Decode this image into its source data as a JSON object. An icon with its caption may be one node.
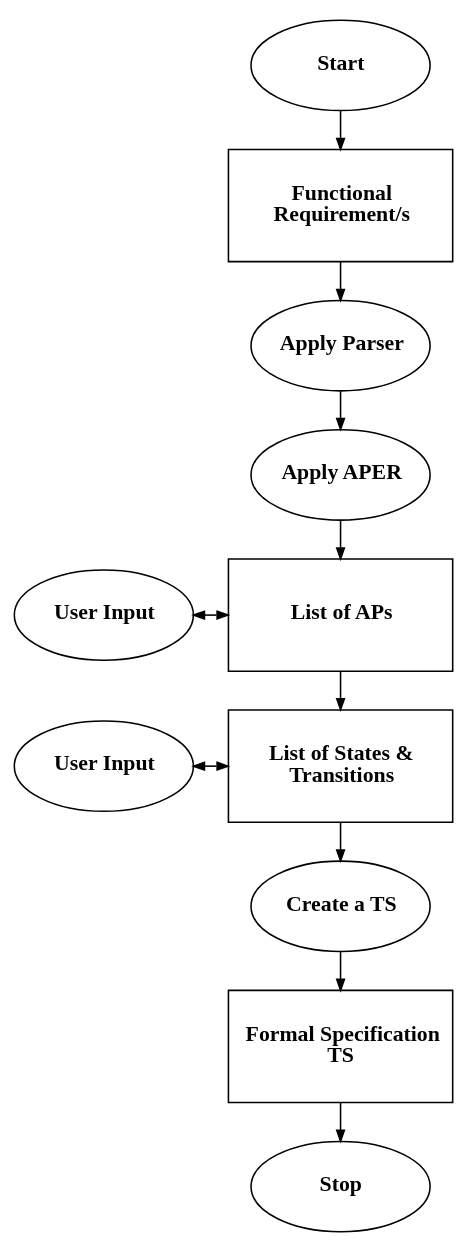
{
  "diagram": {
    "nodes": [
      {
        "text": [
          "Start"
        ]
      },
      {
        "text": [
          "Functional Requirement/s"
        ]
      },
      {
        "text": [
          "Apply Parser"
        ]
      },
      {
        "text": [
          "Apply APER"
        ]
      },
      {
        "text": [
          "User Input"
        ]
      },
      {
        "text": [
          "List of APs"
        ]
      },
      {
        "text": [
          "User Input"
        ]
      },
      {
        "text": [
          "List of States & Transitions"
        ]
      },
      {
        "text": [
          "Create a TS"
        ]
      },
      {
        "text": [
          "Formal Specification TS"
        ]
      },
      {
        "text": [
          "Stop"
        ]
      }
    ],
    "edges": [
      {
        "from": 0,
        "to": 1,
        "arrow": "to"
      },
      {
        "from": 1,
        "to": 2,
        "arrow": "to"
      },
      {
        "from": 2,
        "to": 3,
        "arrow": "to"
      },
      {
        "from": 3,
        "to": 5,
        "arrow": "to"
      },
      {
        "from": 4,
        "to": 5,
        "arrow": "both"
      },
      {
        "from": 5,
        "to": 7,
        "arrow": "to"
      },
      {
        "from": 6,
        "to": 7,
        "arrow": "both"
      },
      {
        "from": 7,
        "to": 8,
        "arrow": "to"
      },
      {
        "from": 8,
        "to": 9,
        "arrow": "to"
      },
      {
        "from": 9,
        "to": 10,
        "arrow": "to"
      }
    ]
  }
}
